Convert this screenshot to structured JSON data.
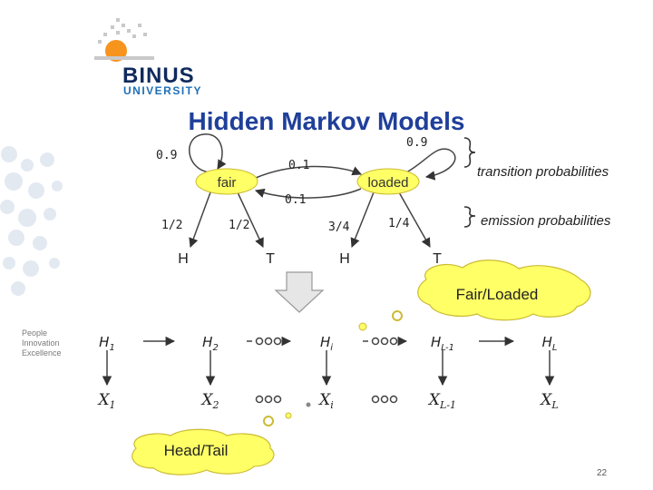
{
  "logo": {
    "name": "BINUS",
    "subtitle": "UNIVERSITY",
    "tagline": [
      "People",
      "Innovation",
      "Excellence"
    ],
    "colors": {
      "orange": "#f7941d",
      "navy": "#0f2a5c",
      "blue": "#1e6fb8"
    }
  },
  "slide": {
    "title": "Hidden Markov Models",
    "page_number": "22"
  },
  "top_diagram": {
    "states": {
      "fair": "fair",
      "loaded": "loaded"
    },
    "self_loops": {
      "fair": "0.9",
      "loaded": "0.9"
    },
    "transitions": {
      "fair_to_loaded": "0.1",
      "loaded_to_fair": "0.1"
    },
    "emissions": {
      "fair_H": "1/2",
      "fair_T": "1/2",
      "loaded_H": "3/4",
      "loaded_T": "1/4"
    },
    "outputs": {
      "h1": "H",
      "t1": "T",
      "h2": "H",
      "t2": "T"
    },
    "annotations": {
      "transition": "transition probabilities",
      "emission": "emission probabilities"
    },
    "state_fill": "#ffff66"
  },
  "bottom_diagram": {
    "hidden": [
      {
        "base": "H",
        "sub": "1"
      },
      {
        "base": "H",
        "sub": "2"
      },
      {
        "base": "H",
        "sub": "i"
      },
      {
        "base": "H",
        "sub": "L-1"
      },
      {
        "base": "H",
        "sub": "L"
      }
    ],
    "observed": [
      {
        "base": "X",
        "sub": "1"
      },
      {
        "base": "X",
        "sub": "2"
      },
      {
        "base": "X",
        "sub": "i"
      },
      {
        "base": "X",
        "sub": "L-1"
      },
      {
        "base": "X",
        "sub": "L"
      }
    ],
    "callouts": {
      "hidden": "Fair/Loaded",
      "observed": "Head/Tail"
    }
  }
}
